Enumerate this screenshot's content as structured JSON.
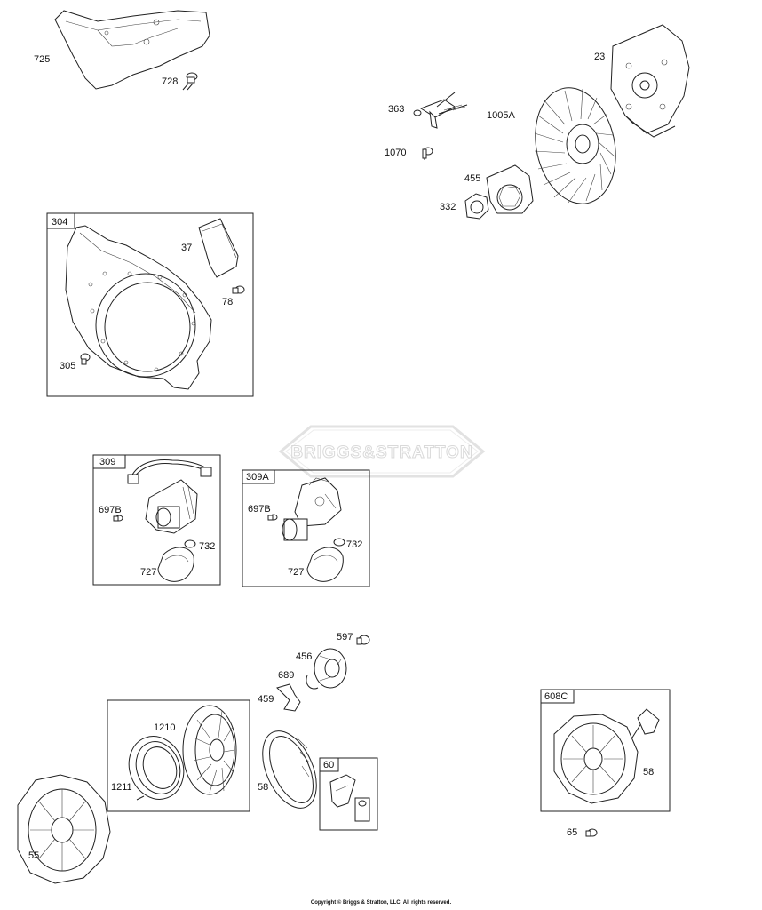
{
  "watermark": "BRIGGS&STRATTON",
  "copyright": "Copyright © Briggs & Stratton, LLC. All rights reserved.",
  "group_boxes": [
    "304",
    "309",
    "309A",
    "60",
    "608C"
  ],
  "callouts": [
    "725",
    "728",
    "23",
    "363",
    "1005A",
    "1070",
    "455",
    "332",
    "37",
    "78",
    "305",
    "697B",
    "732",
    "727",
    "697B",
    "732",
    "727",
    "597",
    "456",
    "689",
    "459",
    "1210",
    "1211",
    "58",
    "55",
    "58",
    "65"
  ]
}
